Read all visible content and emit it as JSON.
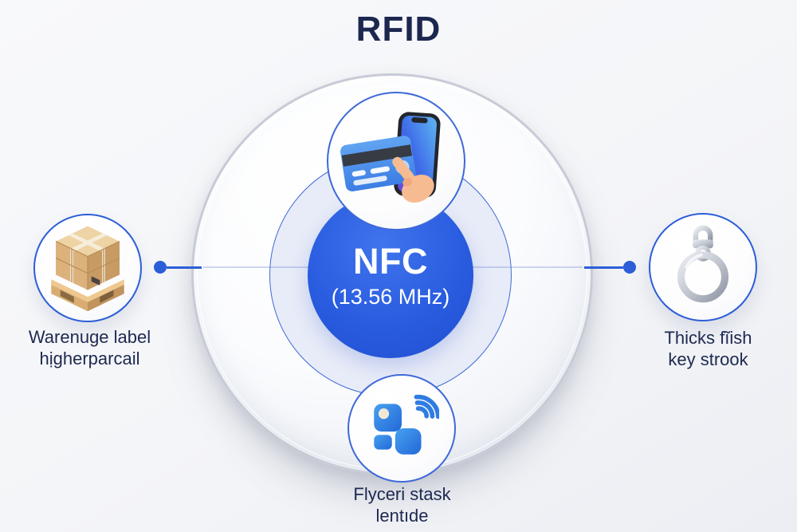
{
  "title": "RFID",
  "center": {
    "label": "NFC",
    "sublabel": "(13.56 MHz)"
  },
  "nodes": {
    "top": {
      "icon": "phone-card-payment-icon"
    },
    "bottom": {
      "icon": "nfc-tiles-wifi-icon",
      "label": [
        "Flyceri stask",
        "lentıde"
      ]
    },
    "left": {
      "icon": "pallet-boxes-icon",
      "label": [
        "Warenuge label",
        "hịgherparcail"
      ]
    },
    "right": {
      "icon": "key-ring-icon",
      "label": [
        "Thicks fĩish",
        "key strook"
      ]
    }
  },
  "colors": {
    "accent_blue": "#2c5ed8",
    "ring_blue": "#3e69d8",
    "center_blue": "#2a5ce0",
    "navy_text": "#1c2750",
    "background": "#f5f6f8"
  }
}
